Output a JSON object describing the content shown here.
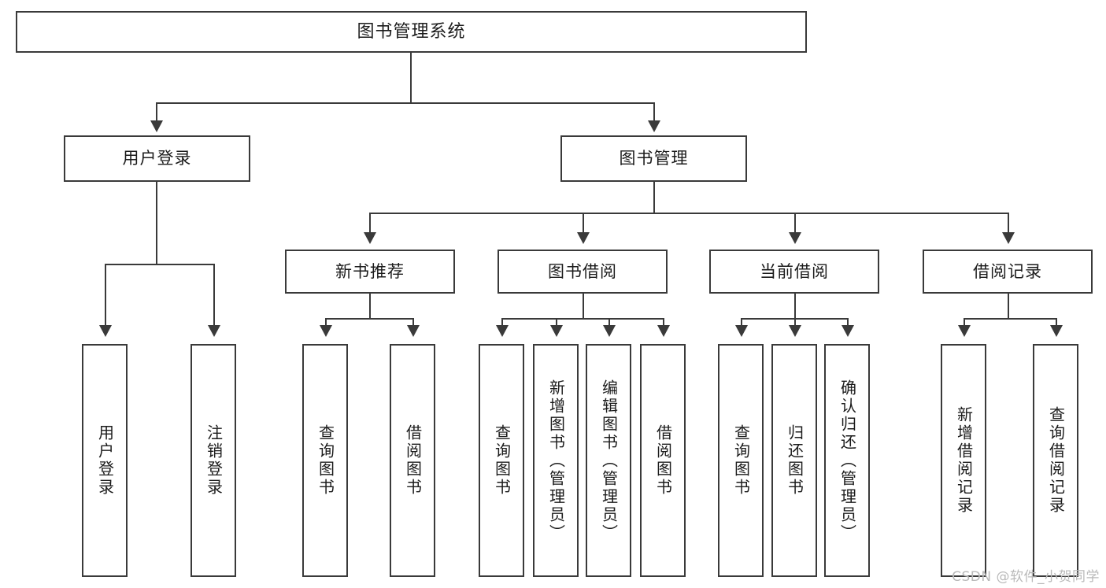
{
  "diagram": {
    "type": "tree",
    "title": "图书管理系统",
    "root": {
      "id": "root",
      "label": "图书管理系统"
    },
    "level1": [
      {
        "id": "user-login",
        "label": "用户登录"
      },
      {
        "id": "book-manage",
        "label": "图书管理"
      }
    ],
    "level2": [
      {
        "id": "new-book-recommend",
        "label": "新书推荐",
        "parent": "book-manage"
      },
      {
        "id": "book-borrow",
        "label": "图书借阅",
        "parent": "book-manage"
      },
      {
        "id": "current-borrow",
        "label": "当前借阅",
        "parent": "book-manage"
      },
      {
        "id": "borrow-record",
        "label": "借阅记录",
        "parent": "book-manage"
      }
    ],
    "leaves": [
      {
        "id": "leaf-user-login",
        "label": "用户登录",
        "parent": "user-login"
      },
      {
        "id": "leaf-user-logout",
        "label": "注销登录",
        "parent": "user-login"
      },
      {
        "id": "leaf-query-book-1",
        "label": "查询图书",
        "parent": "new-book-recommend"
      },
      {
        "id": "leaf-borrow-book-1",
        "label": "借阅图书",
        "parent": "new-book-recommend"
      },
      {
        "id": "leaf-query-book-2",
        "label": "查询图书",
        "parent": "book-borrow"
      },
      {
        "id": "leaf-add-book",
        "label": "新增图书（管理员）",
        "parent": "book-borrow"
      },
      {
        "id": "leaf-edit-book",
        "label": "编辑图书（管理员）",
        "parent": "book-borrow"
      },
      {
        "id": "leaf-borrow-book-2",
        "label": "借阅图书",
        "parent": "book-borrow"
      },
      {
        "id": "leaf-query-book-3",
        "label": "查询图书",
        "parent": "current-borrow"
      },
      {
        "id": "leaf-return-book",
        "label": "归还图书",
        "parent": "current-borrow"
      },
      {
        "id": "leaf-confirm-return",
        "label": "确认归还（管理员）",
        "parent": "current-borrow"
      },
      {
        "id": "leaf-add-record",
        "label": "新增借阅记录",
        "parent": "borrow-record"
      },
      {
        "id": "leaf-query-record",
        "label": "查询借阅记录",
        "parent": "borrow-record"
      }
    ]
  },
  "watermark": {
    "text": "CSDN @软件_小贺同学"
  },
  "colors": {
    "background": "#ffffff",
    "stroke": "#3a3a3a",
    "text": "#1b1b1b",
    "watermark": "#b9b9b9"
  }
}
